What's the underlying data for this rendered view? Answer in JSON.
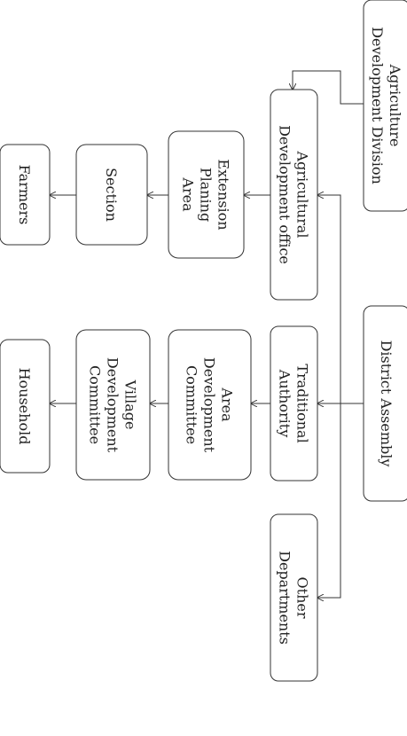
{
  "nodes": {
    "agri_division": [
      "Agriculture",
      "Development Division"
    ],
    "district_assembly": [
      "District Assembly"
    ],
    "agri_office": [
      "Agricultural",
      "Development office"
    ],
    "traditional_authority": [
      "Traditional",
      "Authority"
    ],
    "other_departments": [
      "Other",
      "Departments"
    ],
    "extension_planning": [
      "Extension",
      "Planing",
      "Area"
    ],
    "area_committee": [
      "Area",
      "Development",
      "Committee"
    ],
    "section": [
      "Section"
    ],
    "village_committee": [
      "Village",
      "Development",
      "Committee"
    ],
    "farmers": [
      "Farmers"
    ],
    "household": [
      "Household"
    ]
  },
  "edges": [
    {
      "from": "agri_division",
      "to": "agri_office"
    },
    {
      "from": "district_assembly",
      "to": "agri_office"
    },
    {
      "from": "district_assembly",
      "to": "traditional_authority"
    },
    {
      "from": "district_assembly",
      "to": "other_departments"
    },
    {
      "from": "agri_office",
      "to": "extension_planning"
    },
    {
      "from": "extension_planning",
      "to": "section"
    },
    {
      "from": "section",
      "to": "farmers"
    },
    {
      "from": "traditional_authority",
      "to": "area_committee"
    },
    {
      "from": "area_committee",
      "to": "village_committee"
    },
    {
      "from": "village_committee",
      "to": "household"
    }
  ]
}
